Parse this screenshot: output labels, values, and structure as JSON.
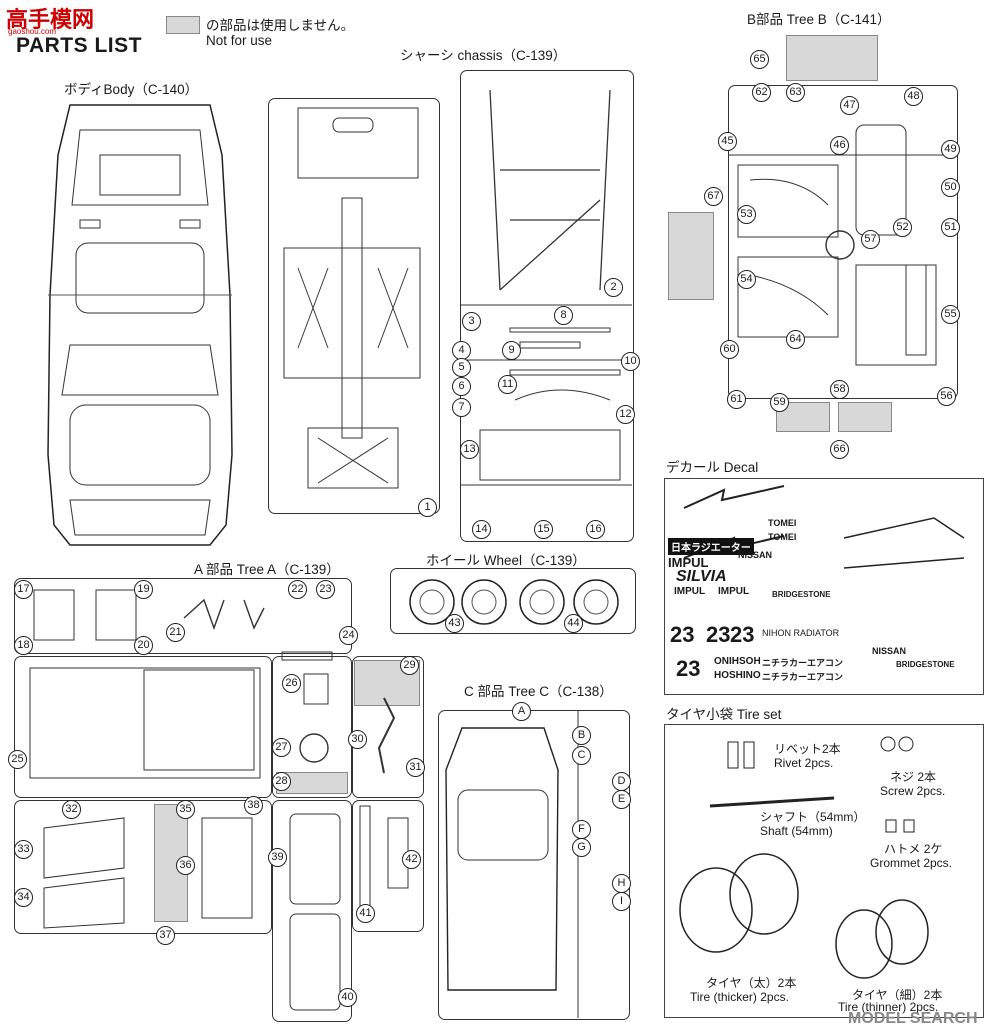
{
  "watermark_top": {
    "cn": "高手模网",
    "url": "gaoshou.com"
  },
  "watermark_bottom": "MODEL SEARCH",
  "legend": {
    "jp": "の部品は使用しません。",
    "en": "Not for use"
  },
  "parts_list_title": "PARTS LIST",
  "sections": {
    "body": "ボディBody（C-140）",
    "chassis": "シャーシ chassis（C-139）",
    "tree_b": "B部品 Tree B（C-141）",
    "tree_a": "A 部品 Tree A（C-139）",
    "wheel": "ホイール Wheel（C-139）",
    "tree_c": "C 部品 Tree C（C-138）",
    "decal": "デカール Decal",
    "tire_set": "タイヤ小袋 Tire set"
  },
  "chassis_parts": [
    "1",
    "2",
    "3",
    "4",
    "5",
    "6",
    "7",
    "8",
    "9",
    "10",
    "11",
    "12",
    "13",
    "14",
    "15",
    "16"
  ],
  "tree_b_parts": [
    "45",
    "46",
    "47",
    "48",
    "49",
    "50",
    "51",
    "52",
    "53",
    "54",
    "55",
    "56",
    "57",
    "58",
    "59",
    "60",
    "61",
    "62",
    "63",
    "64",
    "65",
    "66",
    "67"
  ],
  "tree_a_parts": [
    "17",
    "18",
    "19",
    "20",
    "21",
    "22",
    "23",
    "24",
    "25",
    "26",
    "27",
    "28",
    "29",
    "30",
    "31",
    "32",
    "33",
    "34",
    "35",
    "36",
    "37",
    "38",
    "39",
    "40",
    "41",
    "42"
  ],
  "wheel_parts": [
    "43",
    "44"
  ],
  "tree_c_parts": [
    "A",
    "B",
    "C",
    "D",
    "E",
    "F",
    "G",
    "H",
    "I"
  ],
  "decal_texts": {
    "tomei1": "TOMEI",
    "tomei2": "TOMEI",
    "nissan1": "NISSAN",
    "impul1": "IMPUL",
    "silvia": "SILVIA",
    "impul2": "IMPUL",
    "impul3": "IMPUL",
    "nihon": "NIHON RADIATOR",
    "onihsoh": "ONIHSOH",
    "hoshino": "HOSHINO",
    "nichira1": "ニチラカーエアコン",
    "nichira2": "ニチラカーエアコン",
    "nissan2": "NISSAN",
    "bs1": "BRIDGESTONE",
    "bs2": "BRIDGESTONE",
    "n23a": "23",
    "n23b": "23",
    "n23c": "23",
    "n23d": "23",
    "banner": "日本ラジエーター"
  },
  "tire_set": {
    "rivet_jp": "リベット2本",
    "rivet_en": "Rivet 2pcs.",
    "screw_jp": "ネジ 2本",
    "screw_en": "Screw 2pcs.",
    "shaft_jp": "シャフト（54mm）",
    "shaft_en": "Shaft (54mm)",
    "grommet_jp": "ハトメ 2ケ",
    "grommet_en": "Grommet 2pcs.",
    "thick_jp": "タイヤ（太）2本",
    "thick_en": "Tire (thicker) 2pcs.",
    "thin_jp": "タイヤ（細）2本",
    "thin_en": "Tire (thinner) 2pcs."
  }
}
